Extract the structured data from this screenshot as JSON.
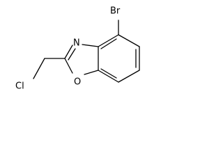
{
  "molecule": {
    "atoms": {
      "bromine": "Br",
      "nitrogen": "N",
      "oxygen": "O",
      "chlorine": "Cl"
    }
  }
}
